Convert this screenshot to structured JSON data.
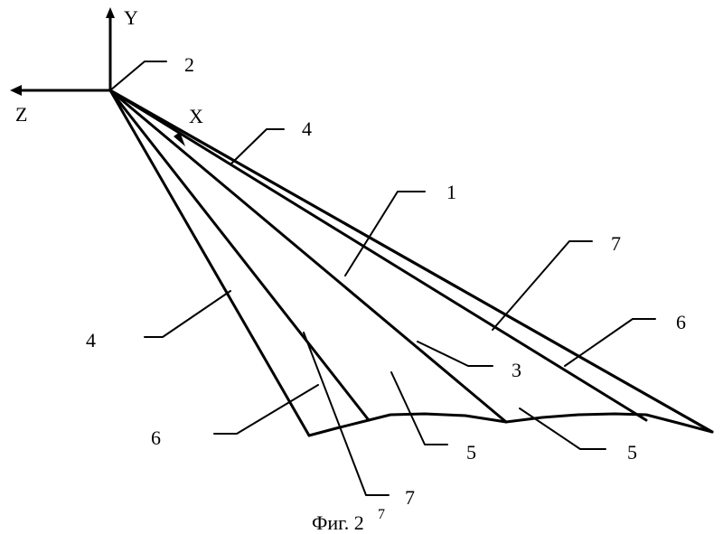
{
  "axes": {
    "y_label": "Y",
    "z_label": "Z",
    "x_label": "X"
  },
  "callouts": {
    "c2": "2",
    "c4_top": "4",
    "c1": "1",
    "c7_right": "7",
    "c6_right": "6",
    "c4_left": "4",
    "c3": "3",
    "c5_mid": "5",
    "c5_right": "5",
    "c6_left": "6",
    "c7_bottom": "7"
  },
  "caption": "Фиг. 2",
  "caption_superscript": "7"
}
